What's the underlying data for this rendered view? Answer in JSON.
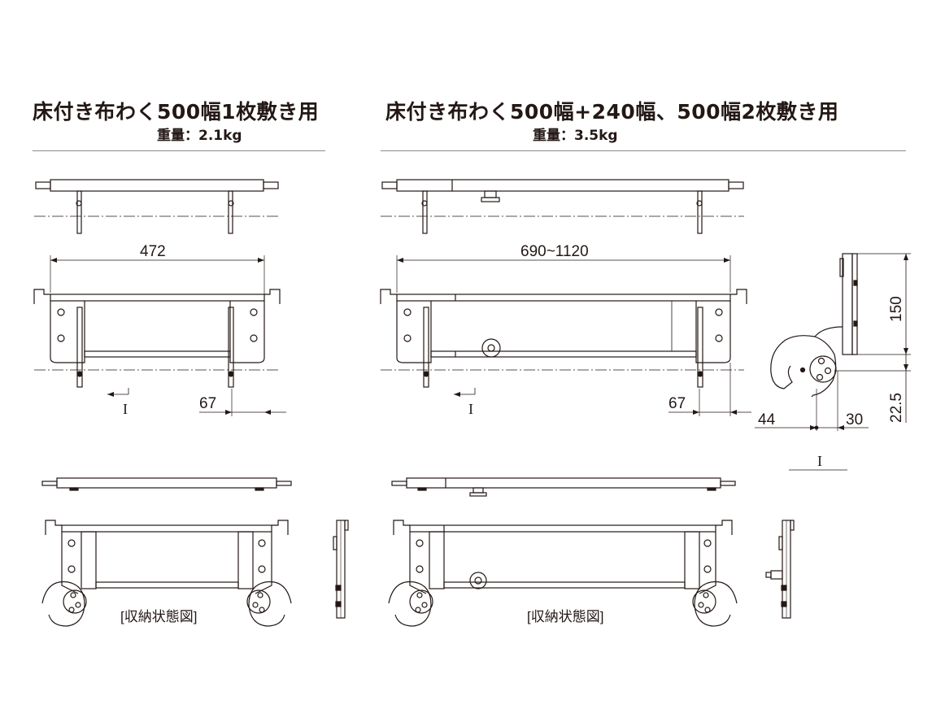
{
  "left": {
    "title": "床付き布わく500幅1枚敷き用",
    "weight": "重量：2.1kg",
    "dim_width": "472",
    "dim_offset": "67",
    "section_mark": "I",
    "stored_caption": "[収納状態図]"
  },
  "right": {
    "title": "床付き布わく500幅+240幅、500幅2枚敷き用",
    "weight": "重量：3.5kg",
    "dim_width": "690~1120",
    "dim_offset": "67",
    "section_mark": "I",
    "stored_caption": "[収納状態図]"
  },
  "section": {
    "dim_height": "150",
    "dim_hook": "22.5",
    "dim_44": "44",
    "dim_30": "30",
    "label": "I"
  },
  "colors": {
    "line": "#231815",
    "rule": "#8a8a8a"
  }
}
